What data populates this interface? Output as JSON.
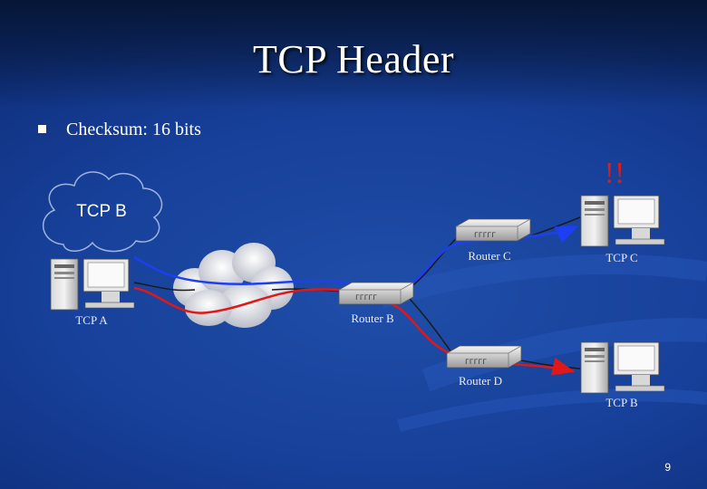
{
  "slide": {
    "title": "TCP Header",
    "bullet": "Checksum: 16 bits",
    "page_number": "9"
  },
  "diagram": {
    "alert_text": "!!",
    "cloud_label": "TCP B",
    "nodes": {
      "tcp_a": "TCP A",
      "router_b": "Router B",
      "router_c": "Router C",
      "router_d": "Router D",
      "tcp_c": "TCP C",
      "tcp_b": "TCP B"
    },
    "colors": {
      "blue_path": "#1e3ff0",
      "red_path": "#e01818",
      "cable": "#1a1a1a"
    }
  }
}
